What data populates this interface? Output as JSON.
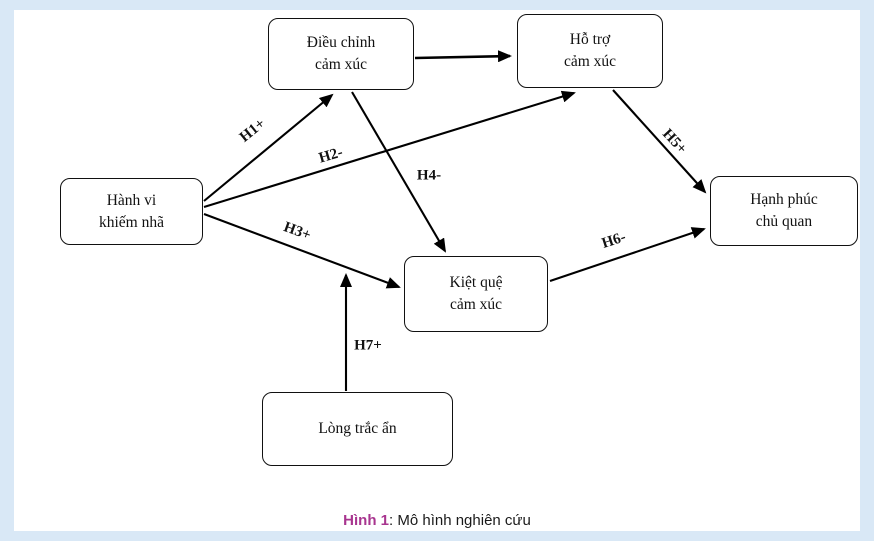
{
  "diagram": {
    "nodes": [
      {
        "id": "emotion-regulation",
        "label": "Điều chỉnh\ncảm xúc"
      },
      {
        "id": "emotional-support",
        "label": "Hỗ trợ\ncảm xúc"
      },
      {
        "id": "incivility-behavior",
        "label": "Hành vi\nkhiếm nhã"
      },
      {
        "id": "subjective-wellbeing",
        "label": "Hạnh phúc\nchủ quan"
      },
      {
        "id": "emotional-exhaustion",
        "label": "Kiệt quệ\ncảm xúc"
      },
      {
        "id": "compassion",
        "label": "Lòng trắc ẩn"
      }
    ],
    "edges": [
      {
        "id": "regulation-to-support",
        "from": "emotion-regulation",
        "to": "emotional-support",
        "label": ""
      },
      {
        "id": "h1",
        "from": "incivility-behavior",
        "to": "emotion-regulation",
        "label": "H1+"
      },
      {
        "id": "h2",
        "from": "incivility-behavior",
        "to": "emotional-support",
        "label": "H2-"
      },
      {
        "id": "h3",
        "from": "incivility-behavior",
        "to": "emotional-exhaustion",
        "label": "H3+"
      },
      {
        "id": "h4",
        "from": "emotion-regulation",
        "to": "emotional-exhaustion",
        "label": "H4-"
      },
      {
        "id": "h5",
        "from": "emotional-support",
        "to": "subjective-wellbeing",
        "label": "H5+"
      },
      {
        "id": "h6",
        "from": "emotional-exhaustion",
        "to": "subjective-wellbeing",
        "label": "H6-"
      },
      {
        "id": "h7",
        "from": "compassion",
        "to": "h3-path",
        "label": "H7+"
      }
    ]
  },
  "caption": {
    "prefix": "Hình 1",
    "rest": ": Mô hình nghiên cứu"
  },
  "colors": {
    "background": "#d9e8f6",
    "panel": "#ffffff",
    "line": "#000000",
    "caption_accent": "#a8358f"
  }
}
